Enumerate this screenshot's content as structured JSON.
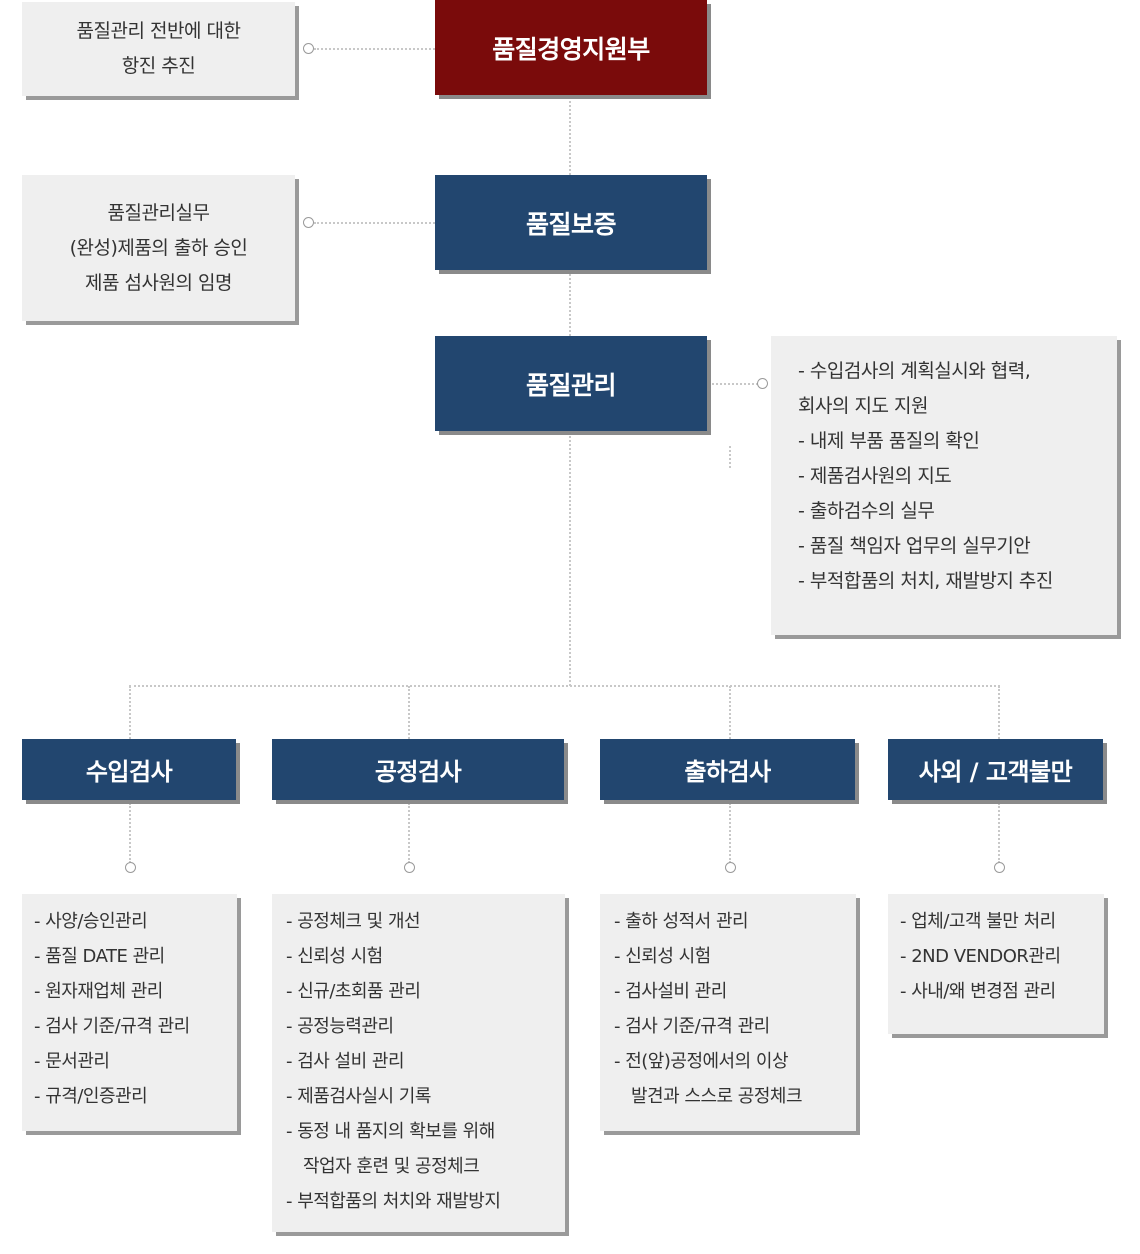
{
  "top": {
    "title": "품질경영지원부",
    "note": [
      "품질관리 전반에 대한",
      "항진 추진"
    ]
  },
  "assurance": {
    "title": "품질보증",
    "note": [
      "품질관리실무",
      "(완성)제품의 출하 승인",
      "제품 섬사원의 임명"
    ]
  },
  "control": {
    "title": "품질관리",
    "items": [
      "- 수입검사의 계획실시와 협력,",
      "회사의 지도 지원",
      "- 내제 부품 품질의 확인",
      "- 제품검사원의 지도",
      "- 출하검수의 실무",
      "- 품질 책임자 업무의 실무기안",
      "- 부적합품의 처치, 재발방지 추진"
    ]
  },
  "departments": [
    {
      "title": "수입검사",
      "items": [
        "- 사양/승인관리",
        "- 품질 DATE 관리",
        "- 원자재업체 관리",
        "- 검사 기준/규격 관리",
        "- 문서관리",
        "- 규격/인증관리"
      ]
    },
    {
      "title": "공정검사",
      "items": [
        "- 공정체크 및 개선",
        "- 신뢰성 시험",
        "- 신규/초회품 관리",
        "- 공정능력관리",
        "- 검사 설비 관리",
        "- 제품검사실시 기록",
        "- 동정 내 품지의 확보를 위해",
        "작업자 훈련 및 공정체크",
        "- 부적합품의 처치와 재발방지"
      ]
    },
    {
      "title": "출하검사",
      "items": [
        "- 출하 성적서 관리",
        "- 신뢰성 시험",
        "- 검사설비 관리",
        "- 검사 기준/규격 관리",
        "- 전(앞)공정에서의 이상",
        "발견과 스스로 공정체크"
      ]
    },
    {
      "title": "사외 / 고객불만",
      "items": [
        "- 업체/고객 불만 처리",
        "- 2ND VENDOR관리",
        "- 사내/왜 변경점 관리"
      ]
    }
  ]
}
